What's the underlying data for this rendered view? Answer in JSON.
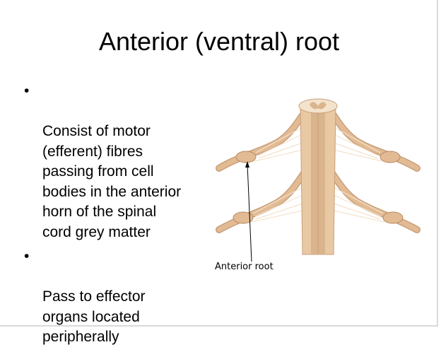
{
  "slide": {
    "title": "Anterior (ventral) root",
    "bullets": [
      {
        "text": "Consist of motor\n(efferent) fibres\npassing from cell\nbodies in the anterior\nhorn of the spinal\ncord grey matter"
      },
      {
        "text": "Pass to effector\norgans located\nperipherally"
      }
    ],
    "bullet_symbol": "•",
    "figure": {
      "label": "Anterior root",
      "colors": {
        "cord": "#e8c9a4",
        "cord_shadow": "#c99f78",
        "nerve": "#e2bb94",
        "nerve_dark": "#b98a63",
        "fibre": "#f3e2cc"
      }
    }
  }
}
